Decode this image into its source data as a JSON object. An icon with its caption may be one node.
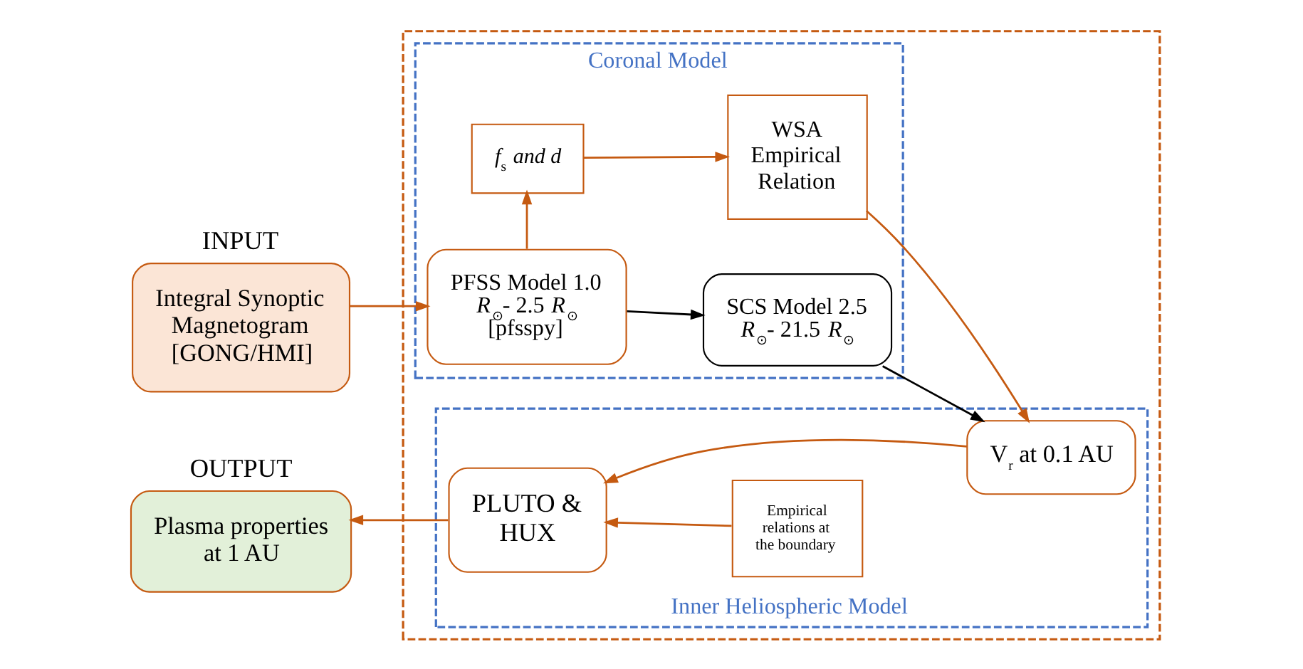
{
  "diagram": {
    "nodes": [
      {
        "text": [
          "INPUT",
          "Integral Synoptic Magnetogram [GONG/HMI]"
        ]
      },
      {
        "text": [],
        "shape": "box"
      },
      {
        "text": [
          "Coronal Model"
        ],
        "in": 1
      },
      {
        "text": [
          "PFSS Model 1.0 *R*$_{⊙}$- 2.5 *R*$_{⊙}$ [pfsspy]"
        ],
        "in": 2
      },
      {
        "text": [
          "SCS Model 2.5 *R*$_{⊙}$- 21.5 *R*$_{⊙}$"
        ],
        "in": 2
      },
      {
        "text": [
          "*f*$_{s}$ *and d*"
        ],
        "in": 2
      },
      {
        "text": [
          "WSA Empirical Relation"
        ],
        "in": 2
      },
      {
        "text": [
          "Inner Heliospheric Model"
        ],
        "in": 1
      },
      {
        "text": [
          "Empirical relations at the boundary"
        ],
        "in": 7
      },
      {
        "text": [
          "PLUTO & HUX"
        ],
        "in": 7
      },
      {
        "text": [
          "V$_{r}$ at 0.1 AU"
        ],
        "in": 7
      },
      {
        "text": [
          "OUTPUT",
          "Plasma properties at 1 AU"
        ]
      }
    ],
    "edges": [
      {
        "from": 0,
        "to": 3,
        "arrow": "to"
      },
      {
        "from": 3,
        "to": 4,
        "arrow": "to",
        "color": "#000000"
      },
      {
        "from": 3,
        "to": 5,
        "arrow": "to"
      },
      {
        "from": 5,
        "to": 6,
        "arrow": "to"
      },
      {
        "from": 6,
        "to": 10,
        "arrow": "to"
      },
      {
        "from": 4,
        "to": 10,
        "arrow": "to",
        "color": "#000000"
      },
      {
        "from": 10,
        "to": 9,
        "arrow": "to"
      },
      {
        "from": 8,
        "to": 9,
        "arrow": "to"
      },
      {
        "from": 9,
        "to": 11,
        "arrow": "to"
      }
    ]
  }
}
